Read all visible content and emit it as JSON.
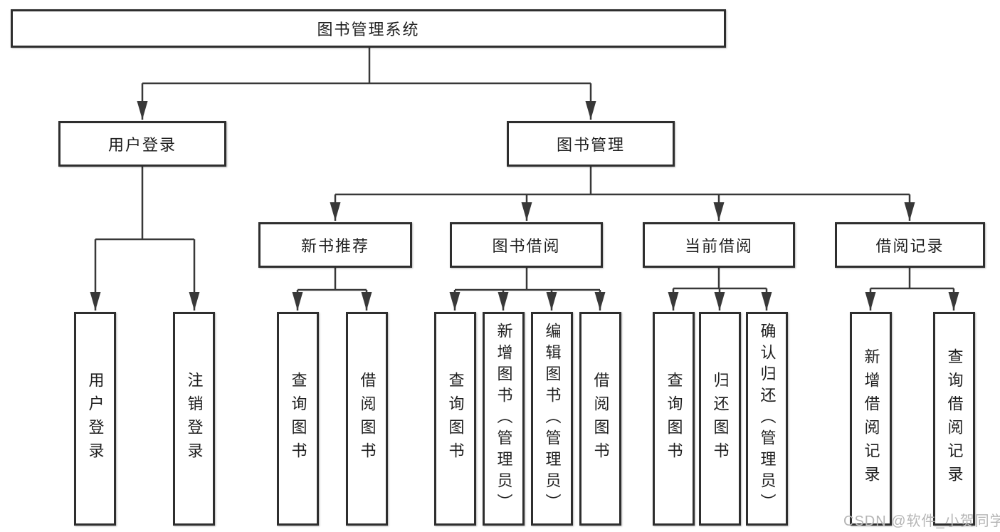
{
  "diagram_title": "图书管理系统",
  "tree": {
    "label": "图书管理系统",
    "children": [
      {
        "label": "用户登录",
        "children": [
          {
            "label": "用户登录"
          },
          {
            "label": "注销登录"
          }
        ]
      },
      {
        "label": "图书管理",
        "children": [
          {
            "label": "新书推荐",
            "children": [
              {
                "label": "查询图书"
              },
              {
                "label": "借阅图书"
              }
            ]
          },
          {
            "label": "图书借阅",
            "children": [
              {
                "label": "查询图书"
              },
              {
                "label": "新增图书（管理员）"
              },
              {
                "label": "编辑图书（管理员）"
              },
              {
                "label": "借阅图书"
              }
            ]
          },
          {
            "label": "当前借阅",
            "children": [
              {
                "label": "查询图书"
              },
              {
                "label": "归还图书"
              },
              {
                "label": "确认归还（管理员）"
              }
            ]
          },
          {
            "label": "借阅记录",
            "children": [
              {
                "label": "新增借阅记录"
              },
              {
                "label": "查询借阅记录"
              }
            ]
          }
        ]
      }
    ]
  },
  "watermark": {
    "text": "CSDN @软件_小贺同学"
  },
  "colors": {
    "line": "#383838",
    "border": "#2e2e2e",
    "box_bg": "#ffffff",
    "text": "#1f1f1f",
    "watermark": "#b5b5b5",
    "background": "#ffffff"
  }
}
